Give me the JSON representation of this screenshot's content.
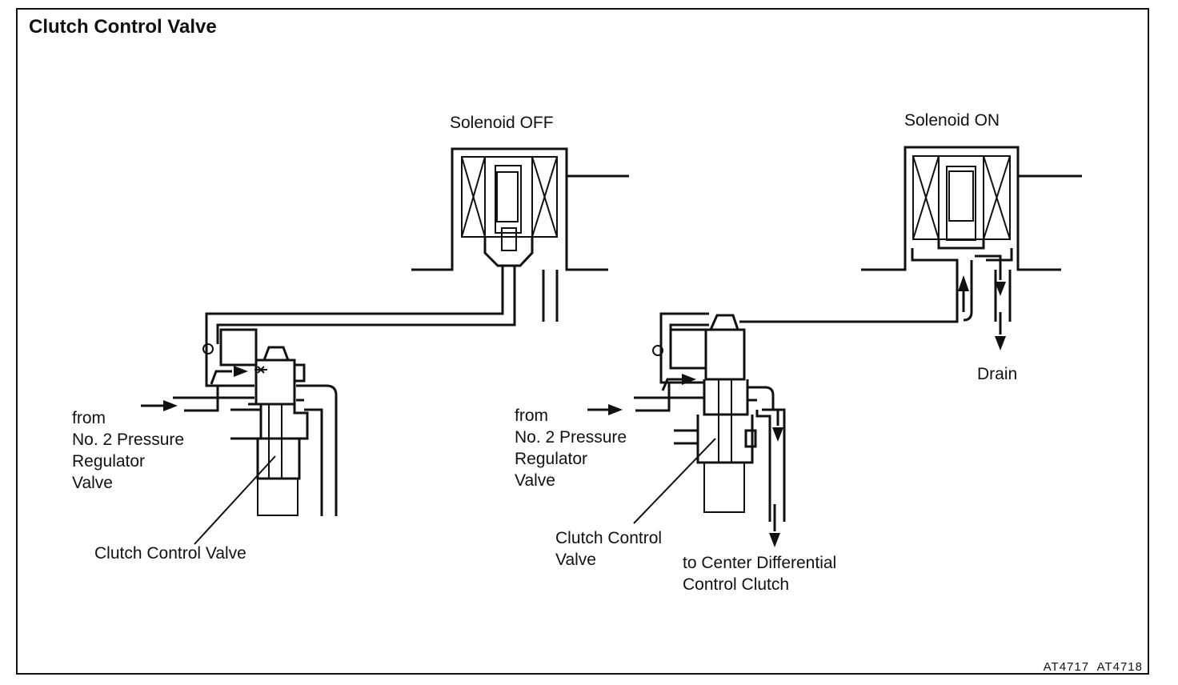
{
  "title": "Clutch Control Valve",
  "left_diagram": {
    "solenoid_label": "Solenoid OFF",
    "source_label": "from\nNo. 2 Pressure\nRegulator\nValve",
    "valve_label": "Clutch Control Valve"
  },
  "right_diagram": {
    "solenoid_label": "Solenoid ON",
    "source_label": "from\nNo. 2 Pressure\nRegulator\nValve",
    "valve_label": "Clutch Control\nValve",
    "drain_label": "Drain",
    "output_label": "to Center Differential\nControl Clutch"
  },
  "figure_code": "AT4717  AT4718"
}
